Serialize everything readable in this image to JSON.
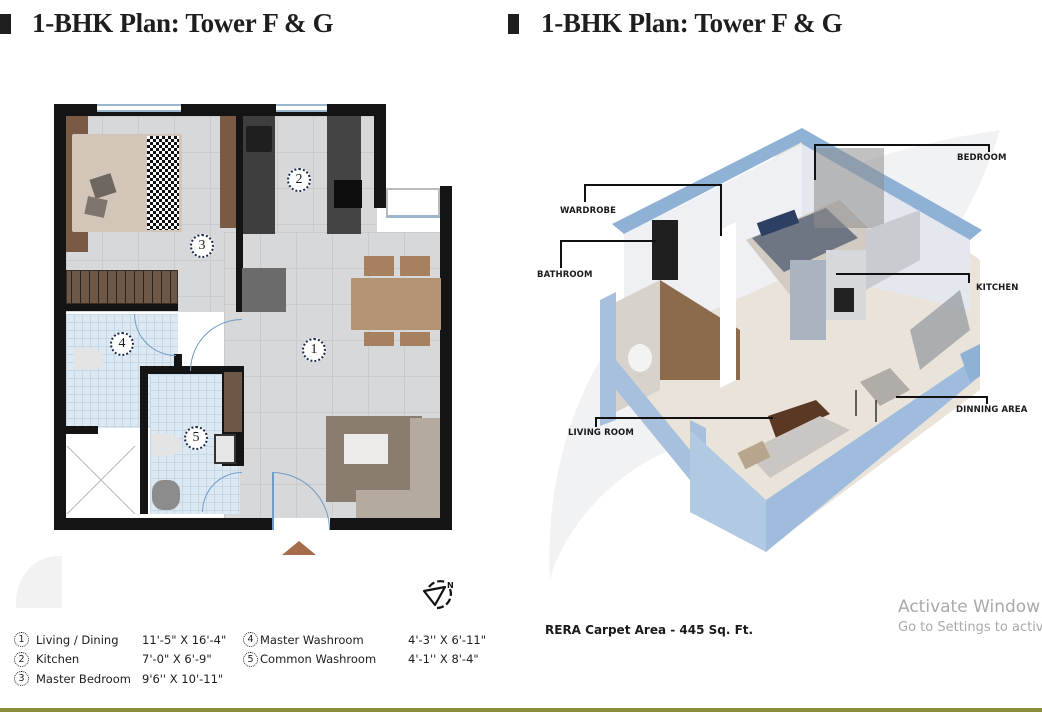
{
  "titles": {
    "left": "1-BHK Plan: Tower F & G",
    "right": "1-BHK Plan: Tower F & G"
  },
  "floor_plan": {
    "room_numbers": [
      "1",
      "2",
      "3",
      "4",
      "5"
    ],
    "compass_label": "N"
  },
  "legend": {
    "left": [
      {
        "num": "1",
        "name": "Living / Dining",
        "size": "11'-5\" X 16'-4\""
      },
      {
        "num": "2",
        "name": "Kitchen",
        "size": "7'-0\" X 6'-9\""
      },
      {
        "num": "3",
        "name": "Master Bedroom",
        "size": "9'6'' X 10'-11\""
      }
    ],
    "right": [
      {
        "num": "4",
        "name": "Master Washroom",
        "size": "4'-3'' X 6'-11\""
      },
      {
        "num": "5",
        "name": "Common Washroom",
        "size": "4'-1'' X 8'-4\""
      }
    ]
  },
  "view3d": {
    "callouts": {
      "bedroom": "BEDROOM",
      "wardrobe": "WARDROBE",
      "bathroom": "BATHROOM",
      "kitchen": "KITCHEN",
      "living_room": "LIVING ROOM",
      "dining_area": "DINNING AREA"
    }
  },
  "rera": "RERA Carpet Area - 445 Sq. Ft.",
  "watermark": {
    "line1": "Activate Window",
    "line2": "Go to Settings to activ"
  },
  "colors": {
    "accent_bar": "#8b8e3a",
    "entry_arrow": "#a56b4a",
    "wall_3d": "#8fb1d6"
  }
}
